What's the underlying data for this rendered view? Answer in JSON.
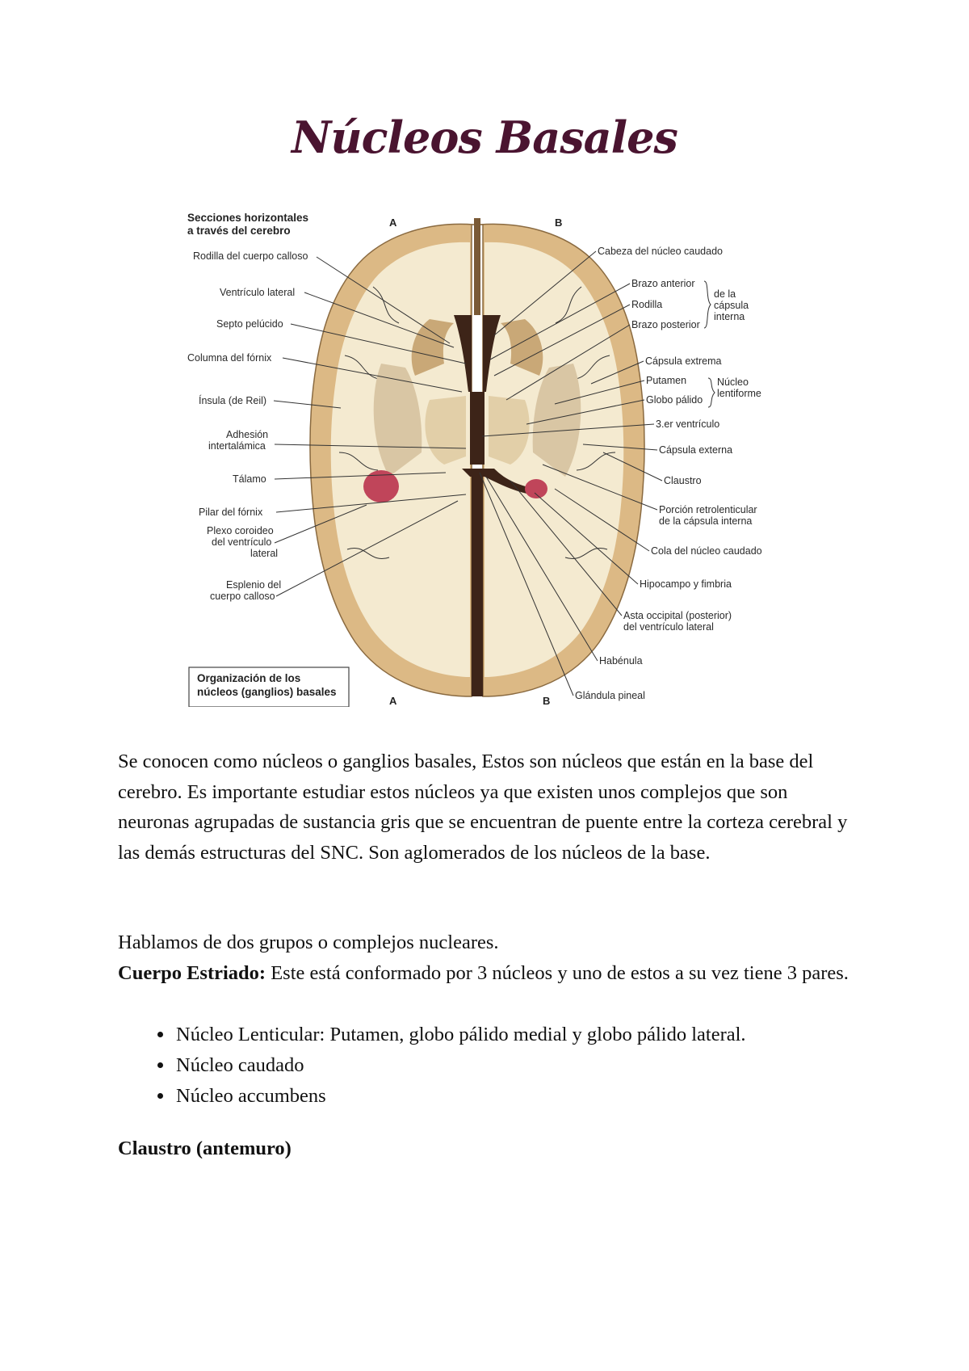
{
  "title": "Núcleos Basales",
  "figure": {
    "heading_line1": "Secciones horizontales",
    "heading_line2": "a través del cerebro",
    "letter_a_top": "A",
    "letter_b_top": "B",
    "letter_a_bottom": "A",
    "letter_b_bottom": "B",
    "box_line1": "Organización de los",
    "box_line2": "núcleos (ganglios) basales",
    "left_labels": [
      "Rodilla del cuerpo calloso",
      "Ventrículo lateral",
      "Septo pelúcido",
      "Columna del fórnix",
      "Ínsula (de Reil)",
      "Adhesión",
      "intertalámica",
      "Tálamo",
      "Pilar del fórnix",
      "Plexo coroideo",
      "del ventrículo",
      "lateral",
      "Esplenio del",
      "cuerpo calloso"
    ],
    "right_labels": [
      "Cabeza del núcleo caudado",
      "Brazo anterior",
      "Rodilla",
      "Brazo posterior",
      "de la",
      "cápsula",
      "interna",
      "Cápsula extrema",
      "Putamen",
      "Globo pálido",
      "Núcleo",
      "lentiforme",
      "3.er ventrículo",
      "Cápsula externa",
      "Claustro",
      "Porción retrolenticular",
      "de la cápsula interna",
      "Cola del núcleo caudado",
      "Hipocampo y fimbria",
      "Asta occipital (posterior)",
      "del ventrículo lateral",
      "Habénula",
      "Glándula pineal"
    ]
  },
  "paragraph1": "Se conocen como núcleos o ganglios basales, Estos son núcleos que están en la base del cerebro. Es importante estudiar estos núcleos ya que existen unos complejos que son neuronas agrupadas de sustancia gris que se encuentran de puente entre la corteza cerebral y las demás estructuras del SNC. Son aglomerados de los núcleos de la base.",
  "paragraph2": "Hablamos de dos grupos o complejos nucleares.",
  "cuerpo_label": "Cuerpo Estriado:",
  "cuerpo_text": " Este está conformado por 3 núcleos y uno de estos  a su vez tiene 3 pares.",
  "list": [
    "Núcleo Lenticular: Putamen, globo pálido medial y globo pálido lateral.",
    "Núcleo caudado",
    "Núcleo accumbens"
  ],
  "claustro_heading": "Claustro (antemuro)",
  "colors": {
    "title": "#4a1430",
    "white_matter": "#f4ead0",
    "gray_matter": "#dcb985",
    "ventricle": "#3d2418",
    "choroid": "#c0455a"
  }
}
